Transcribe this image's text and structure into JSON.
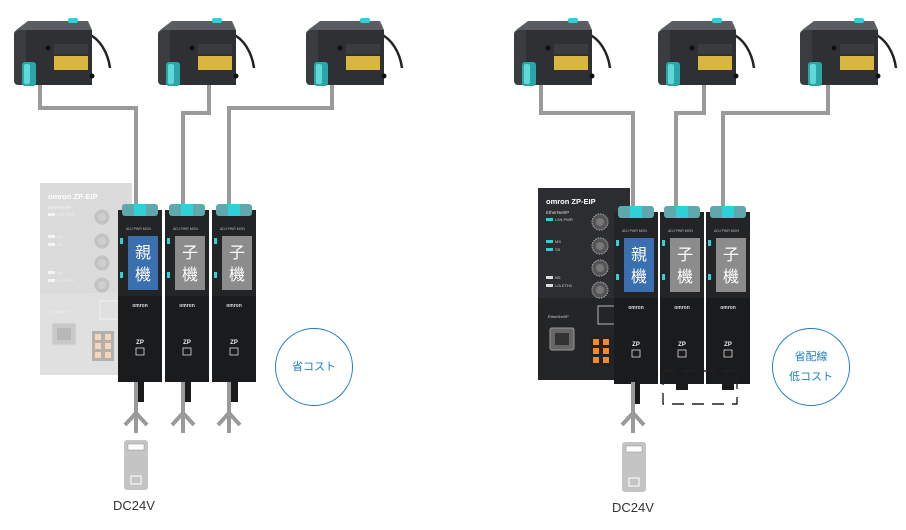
{
  "diagrams": [
    {
      "name": "left",
      "controller": {
        "brand": "omron",
        "model": "ZP-EIP",
        "protocol": "EtherNet/IP",
        "state": "dimmed"
      },
      "units": [
        {
          "role": "親機",
          "line1": "親",
          "line2": "機",
          "color": "#3a6fb0",
          "model": "ZP",
          "brand": "omron"
        },
        {
          "role": "子機",
          "line1": "子",
          "line2": "機",
          "color": "#8c8c8c",
          "model": "ZP",
          "brand": "omron"
        },
        {
          "role": "子機",
          "line1": "子",
          "line2": "機",
          "color": "#8c8c8c",
          "model": "ZP",
          "brand": "omron"
        }
      ],
      "power_label": "DC24V",
      "badge_lines": [
        "省コスト"
      ],
      "power_branches": 3
    },
    {
      "name": "right",
      "controller": {
        "brand": "omron",
        "model": "ZP-EIP",
        "protocol": "EtherNet/IP",
        "state": "active"
      },
      "units": [
        {
          "role": "親機",
          "line1": "親",
          "line2": "機",
          "color": "#3a6fb0",
          "model": "ZP",
          "brand": "omron"
        },
        {
          "role": "子機",
          "line1": "子",
          "line2": "機",
          "color": "#8c8c8c",
          "model": "ZP",
          "brand": "omron"
        },
        {
          "role": "子機",
          "line1": "子",
          "line2": "機",
          "color": "#8c8c8c",
          "model": "ZP",
          "brand": "omron"
        }
      ],
      "power_label": "DC24V",
      "badge_lines": [
        "省配線",
        "低コスト"
      ],
      "power_branches": 1
    }
  ],
  "colors": {
    "accent": "#1f7ec2",
    "cable": "#9a9a9a",
    "teal": "#2fd0d8",
    "sensor_body": "#3a3d40",
    "label_yellow": "#d9b640"
  }
}
